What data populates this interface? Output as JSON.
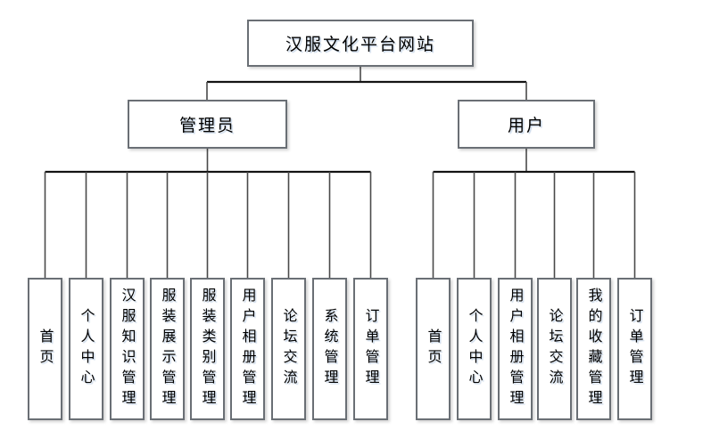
{
  "root": {
    "label": "汉服文化平台网站"
  },
  "branches": [
    {
      "label": "管理员",
      "children": [
        "首页",
        "个人中心",
        "汉服知识管理",
        "服装展示管理",
        "服装类别管理",
        "用户相册管理",
        "论坛交流",
        "系统管理",
        "订单管理"
      ]
    },
    {
      "label": "用户",
      "children": [
        "首页",
        "个人中心",
        "用户相册管理",
        "论坛交流",
        "我的收藏管理",
        "订单管理"
      ]
    }
  ],
  "colors": {
    "background": "#ffffff",
    "box_border": "#6a6f75",
    "connector_line": "#4a4a4a",
    "bus_line": "#141414",
    "text": "#000000"
  }
}
